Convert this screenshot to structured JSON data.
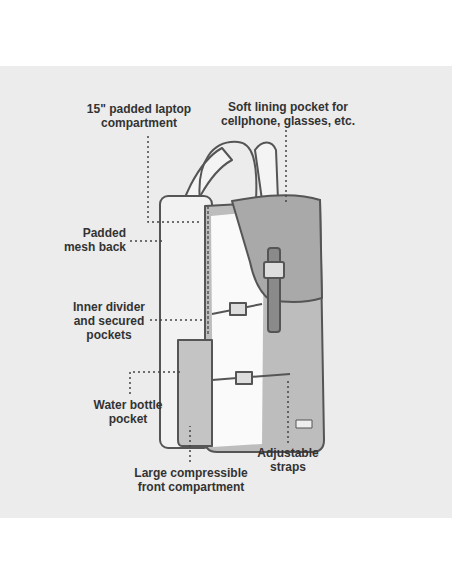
{
  "diagram": {
    "labels": [
      "15\" padded laptop compartment",
      "Soft lining pocket for cellphone, glasses, etc.",
      "Padded mesh back",
      "Inner divider and secured pockets",
      "Water bottle pocket",
      "Adjustable straps",
      "Large compressible front compartment"
    ]
  }
}
